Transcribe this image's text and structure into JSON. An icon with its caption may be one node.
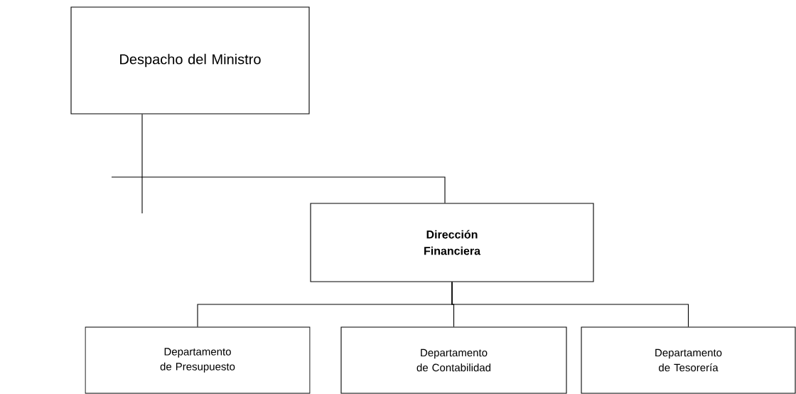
{
  "diagram": {
    "nodes": [
      {
        "text": [
          "Despacho del Ministro"
        ]
      },
      {
        "text": [
          "Dirección Financiera"
        ]
      },
      {
        "text": [
          "Departamento de Presupuesto"
        ]
      },
      {
        "text": [
          "Departamento de Contabilidad"
        ]
      },
      {
        "text": [
          "Departamento de Tesorería"
        ]
      }
    ],
    "edges": [
      {
        "from": 0,
        "to": 1,
        "arrow": "none"
      },
      {
        "from": 1,
        "to": 2,
        "arrow": "none"
      },
      {
        "from": 1,
        "to": 3,
        "arrow": "none"
      },
      {
        "from": 1,
        "to": 4,
        "arrow": "none"
      }
    ]
  }
}
